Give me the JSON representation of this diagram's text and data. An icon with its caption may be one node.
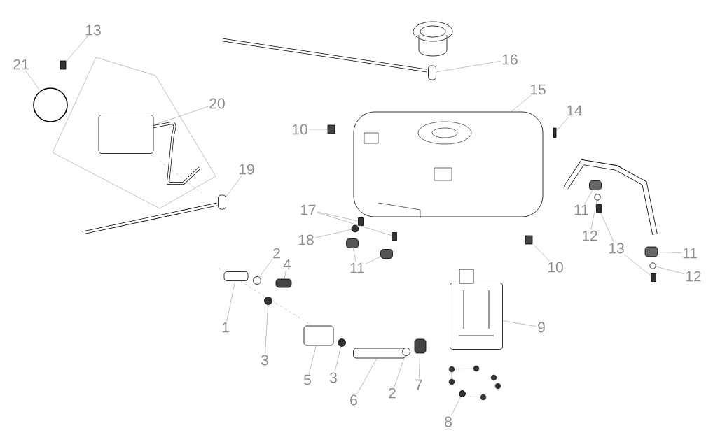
{
  "diagram": {
    "nodes": [
      {
        "text": [
          "13"
        ]
      },
      {
        "text": [
          "21"
        ]
      },
      {
        "text": [
          "20"
        ]
      },
      {
        "text": [
          "16"
        ]
      },
      {
        "text": [
          "15"
        ]
      },
      {
        "text": [
          "14"
        ]
      },
      {
        "text": [
          "10"
        ]
      },
      {
        "text": [
          "19"
        ]
      },
      {
        "text": [
          "17"
        ]
      },
      {
        "text": [
          "18"
        ]
      },
      {
        "text": [
          "11"
        ]
      },
      {
        "text": [
          "12"
        ]
      },
      {
        "text": [
          "13"
        ]
      },
      {
        "text": [
          "11"
        ]
      },
      {
        "text": [
          "11"
        ]
      },
      {
        "text": [
          "10"
        ]
      },
      {
        "text": [
          "2"
        ]
      },
      {
        "text": [
          "4"
        ]
      },
      {
        "text": [
          "12"
        ]
      },
      {
        "text": [
          "9"
        ]
      },
      {
        "text": [
          "1"
        ]
      },
      {
        "text": [
          "3"
        ]
      },
      {
        "text": [
          "5"
        ]
      },
      {
        "text": [
          "3"
        ]
      },
      {
        "text": [
          "7"
        ]
      },
      {
        "text": [
          "2"
        ]
      },
      {
        "text": [
          "6"
        ]
      },
      {
        "text": [
          "8"
        ]
      },
      {
        "text": [],
        "shape": "box"
      },
      {
        "text": [],
        "shape": "circle"
      },
      {
        "text": [],
        "shape": "box"
      },
      {
        "text": [],
        "shape": "box"
      },
      {
        "text": [],
        "shape": "box"
      },
      {
        "text": [],
        "shape": "box"
      },
      {
        "text": [],
        "shape": "box"
      },
      {
        "text": [],
        "shape": "box"
      },
      {
        "text": [],
        "shape": "box"
      },
      {
        "text": [],
        "shape": "box"
      },
      {
        "text": [],
        "shape": "circle"
      },
      {
        "text": [],
        "shape": "box"
      },
      {
        "text": [],
        "shape": "box"
      },
      {
        "text": [],
        "shape": "box"
      },
      {
        "text": [],
        "shape": "circle"
      },
      {
        "text": [],
        "shape": "box"
      },
      {
        "text": [],
        "shape": "box"
      },
      {
        "text": [],
        "shape": "circle"
      },
      {
        "text": [],
        "shape": "box"
      },
      {
        "text": [],
        "shape": "box"
      },
      {
        "text": [],
        "shape": "box"
      },
      {
        "text": [],
        "shape": "circle"
      },
      {
        "text": [],
        "shape": "box"
      },
      {
        "text": [],
        "shape": "circle"
      },
      {
        "text": [],
        "shape": "box"
      },
      {
        "text": [],
        "shape": "circle"
      },
      {
        "text": [],
        "shape": "box"
      },
      {
        "text": [],
        "shape": "circle"
      },
      {
        "text": [],
        "shape": "box"
      },
      {
        "text": [],
        "shape": "circle"
      },
      {
        "text": [],
        "shape": "box"
      }
    ],
    "edges": [
      {
        "from": 0,
        "to": 28,
        "arrow": "none"
      },
      {
        "from": 1,
        "to": 29,
        "arrow": "none"
      },
      {
        "from": 2,
        "to": 30,
        "arrow": "none"
      },
      {
        "from": 3,
        "to": 31,
        "arrow": "none"
      },
      {
        "from": 4,
        "to": 32,
        "arrow": "none"
      },
      {
        "from": 5,
        "to": 33,
        "arrow": "none"
      },
      {
        "from": 6,
        "to": 34,
        "arrow": "none"
      },
      {
        "from": 7,
        "to": 35,
        "arrow": "none"
      },
      {
        "from": 8,
        "to": 36,
        "arrow": "none"
      },
      {
        "from": 8,
        "to": 37,
        "arrow": "none"
      },
      {
        "from": 9,
        "to": 38,
        "arrow": "none"
      },
      {
        "from": 10,
        "to": 41,
        "arrow": "none"
      },
      {
        "from": 11,
        "to": 42,
        "arrow": "none"
      },
      {
        "from": 12,
        "to": 43,
        "arrow": "none"
      },
      {
        "from": 12,
        "to": 46,
        "arrow": "none"
      },
      {
        "from": 13,
        "to": 39,
        "arrow": "none"
      },
      {
        "from": 13,
        "to": 40,
        "arrow": "none"
      },
      {
        "from": 14,
        "to": 44,
        "arrow": "none"
      },
      {
        "from": 15,
        "to": 47,
        "arrow": "none"
      },
      {
        "from": 16,
        "to": 49,
        "arrow": "none"
      },
      {
        "from": 17,
        "to": 50,
        "arrow": "none"
      },
      {
        "from": 18,
        "to": 45,
        "arrow": "none"
      },
      {
        "from": 19,
        "to": 58,
        "arrow": "none"
      },
      {
        "from": 20,
        "to": 48,
        "arrow": "none"
      },
      {
        "from": 21,
        "to": 51,
        "arrow": "none"
      },
      {
        "from": 22,
        "to": 52,
        "arrow": "none"
      },
      {
        "from": 23,
        "to": 53,
        "arrow": "none"
      },
      {
        "from": 24,
        "to": 56,
        "arrow": "none"
      },
      {
        "from": 25,
        "to": 55,
        "arrow": "none"
      },
      {
        "from": 26,
        "to": 54,
        "arrow": "none"
      },
      {
        "from": 27,
        "to": 57,
        "arrow": "none"
      }
    ]
  }
}
